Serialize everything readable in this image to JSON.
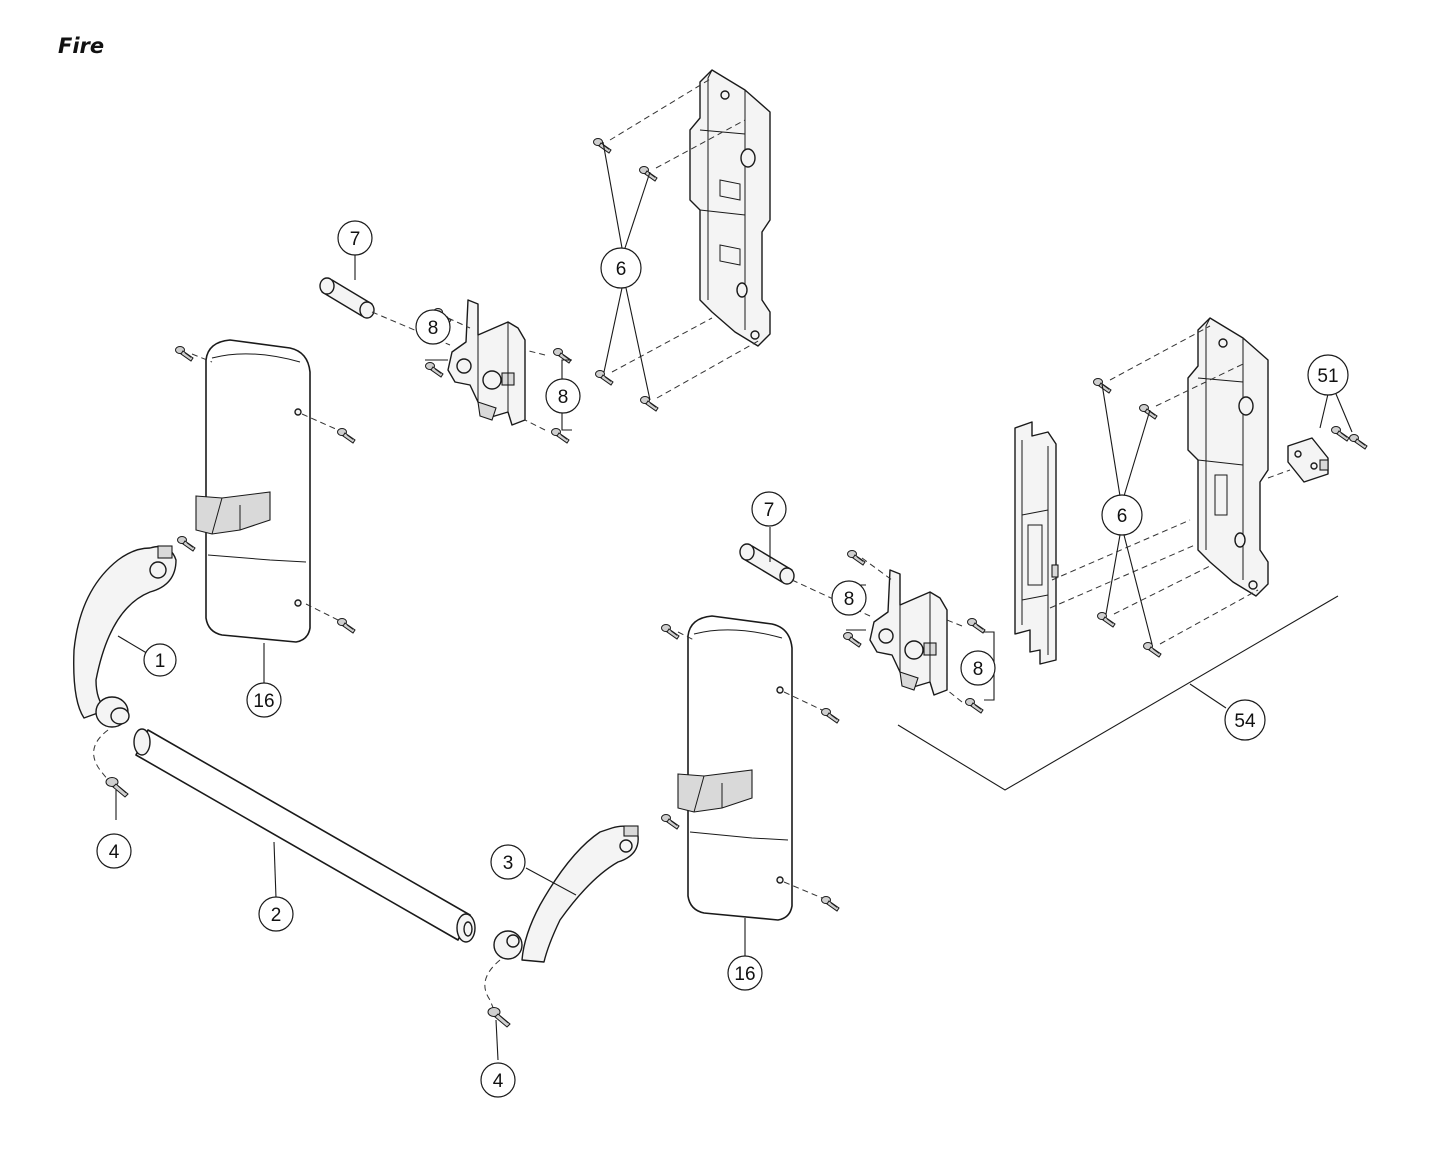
{
  "title": "Fire",
  "callouts": {
    "c1": "1",
    "c2": "2",
    "c3": "3",
    "c4a": "4",
    "c4b": "4",
    "c6a": "6",
    "c6b": "6",
    "c7a": "7",
    "c7b": "7",
    "c8a": "8",
    "c8b": "8",
    "c8c": "8",
    "c8d": "8",
    "c16a": "16",
    "c16b": "16",
    "c51": "51",
    "c54": "54"
  }
}
